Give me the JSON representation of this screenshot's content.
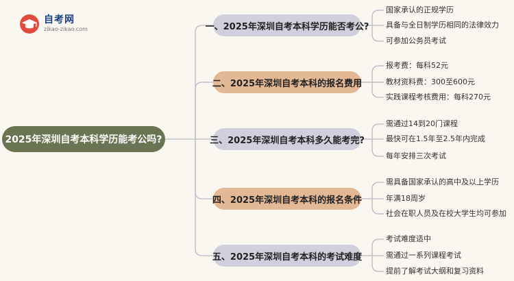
{
  "logo": {
    "name": "自考网",
    "url": "zikao-zikao.com",
    "icon": "graduation-cap-icon"
  },
  "root": "2025年深圳自考本科学历能考公吗?",
  "branches": [
    {
      "label": "一、2025年深圳自考本科学历能否考公?",
      "leaves": [
        "国家承认的正规学历",
        "具备与全日制学历相同的法律效力",
        "可参加公务员考试"
      ]
    },
    {
      "label": "二、2025年深圳自考本科的报名费用",
      "leaves": [
        "报考费：每科52元",
        "教材资料费：300至600元",
        "实践课程考核费用：每科270元"
      ]
    },
    {
      "label": "三、2025年深圳自考本科多久能考完?",
      "leaves": [
        "需通过14到20门课程",
        "最快可在1.5年至2.5年内完成",
        "每年安排三次考试"
      ]
    },
    {
      "label": "四、2025年深圳自考本科的报名条件",
      "leaves": [
        "需具备国家承认的高中及以上学历",
        "年满18周岁",
        "社会在职人员及在校大学生均可参加"
      ]
    },
    {
      "label": "五、2025年深圳自考本科的考试难度",
      "leaves": [
        "考试难度适中",
        "需通过一系列课程考试",
        "提前了解考试大纲和复习资料"
      ]
    }
  ],
  "colors": {
    "root": "#6b7452",
    "branch_gray": "#cfd0db",
    "branch_tan": "#e3b894",
    "connector": "#b9b9c6",
    "background": "#faf6f0"
  }
}
